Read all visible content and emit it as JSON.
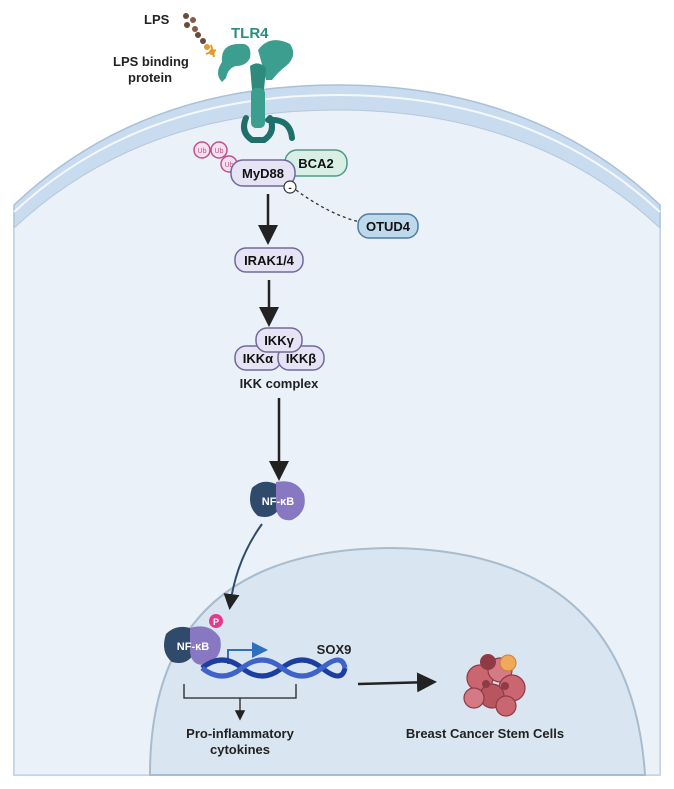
{
  "labels": {
    "lps": "LPS",
    "lps_binding_protein_line1": "LPS binding",
    "lps_binding_protein_line2": "protein",
    "tlr4": "TLR4",
    "myd88": "MyD88",
    "bca2": "BCA2",
    "ub": "Ub",
    "otud4": "OTUD4",
    "irak": "IRAK1/4",
    "ikk_gamma": "IKKγ",
    "ikk_alpha": "IKKα",
    "ikk_beta": "IKKβ",
    "ikk_complex": "IKK complex",
    "nfkb_cytoplasm": "NF-κB",
    "nfkb_nucleus": "NF-κB",
    "phospho": "P",
    "sox9": "SOX9",
    "cytokines_line1": "Pro-inflammatory",
    "cytokines_line2": "cytokines",
    "stem_cells": "Breast Cancer Stem Cells",
    "minus": "-"
  },
  "colors": {
    "cell_fill": "#eaf1f9",
    "membrane": "#c9dcef",
    "nucleus_fill": "#d9e6f1",
    "nucleus_stroke": "#a8bccd",
    "tlr4": "#3b9e8f",
    "tlr4_dark": "#1f6f6a",
    "tlr4_label": "#2a8c82",
    "pill_fill": "#e6e3f4",
    "pill_stroke": "#6e6a9a",
    "bca2_fill": "#d8efe6",
    "bca2_stroke": "#4f9a82",
    "ub_fill": "#f6e0ef",
    "ub_stroke": "#c0508e",
    "otud4_fill": "#bfd9ec",
    "otud4_stroke": "#4e7ea3",
    "nfkb_dark": "#2f4a6a",
    "nfkb_purple": "#8878c2",
    "phospho": "#e23a8f",
    "dna": "#1c3e9e",
    "dna_light": "#3f63c9",
    "arrow": "#222222",
    "transcription_arrow": "#2e6fbf",
    "stem_cell": "#c96670",
    "stem_cell_dark": "#8f3a45",
    "stem_cell_accent": "#f0a95a",
    "lps_dot": "#6b4a3a",
    "lbp": "#e29a2b"
  }
}
